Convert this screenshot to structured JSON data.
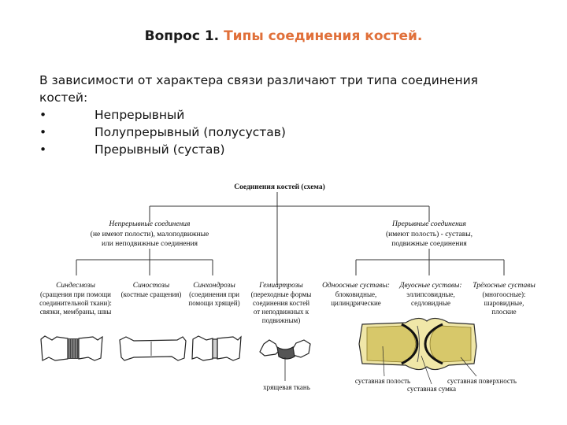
{
  "title": {
    "prefix": "Вопрос 1.",
    "accent": "Типы соединения костей."
  },
  "intro": {
    "line1": "В зависимости от характера связи различают три типа соединения",
    "line2": "костей:",
    "bullets": [
      {
        "mark": "•",
        "text": "Непрерывный"
      },
      {
        "mark": "•",
        "text": "Полупрерывный (полусустав)"
      },
      {
        "mark": "•",
        "text": "Прерывный (сустав)"
      }
    ]
  },
  "diagram": {
    "root": "Соединения костей (схема)",
    "left_head": {
      "name": "Непрерывные соединения",
      "desc1": "(не имеют полости), малоподвижные",
      "desc2": "или неподвижные соединения"
    },
    "right_head": {
      "name": "Прерывные соединения",
      "desc1": "(имеют полость) - суставы,",
      "desc2": "подвижные соединения"
    },
    "leaves": [
      {
        "name": "Синдесмозы",
        "lines": [
          "(сращения при помощи",
          "соединительной ткани):",
          "связки, мембраны, швы"
        ]
      },
      {
        "name": "Синостозы",
        "lines": [
          "(костные сращения)"
        ]
      },
      {
        "name": "Синхондрозы",
        "lines": [
          "(соединения при",
          "помощи хрящей)"
        ]
      },
      {
        "name": "Гемиартрозы",
        "lines": [
          "(переходные формы",
          "соединения костей",
          "от неподвижных к",
          "подвижным)"
        ]
      },
      {
        "name": "Одноосные суставы:",
        "lines": [
          "блоковидные,",
          "цилиндрические"
        ]
      },
      {
        "name": "Двуосные суставы:",
        "lines": [
          "эллипсовидные,",
          "седловидные"
        ]
      },
      {
        "name": "Трёхосные суставы",
        "lines": [
          "(многоосные):",
          "шаровидные,",
          "плоские"
        ]
      }
    ],
    "labels": {
      "cartilage": "хрящевая ткань",
      "cavity": "суставная полость",
      "surface": "суставная поверхность",
      "capsule": "суставная сумка"
    }
  }
}
